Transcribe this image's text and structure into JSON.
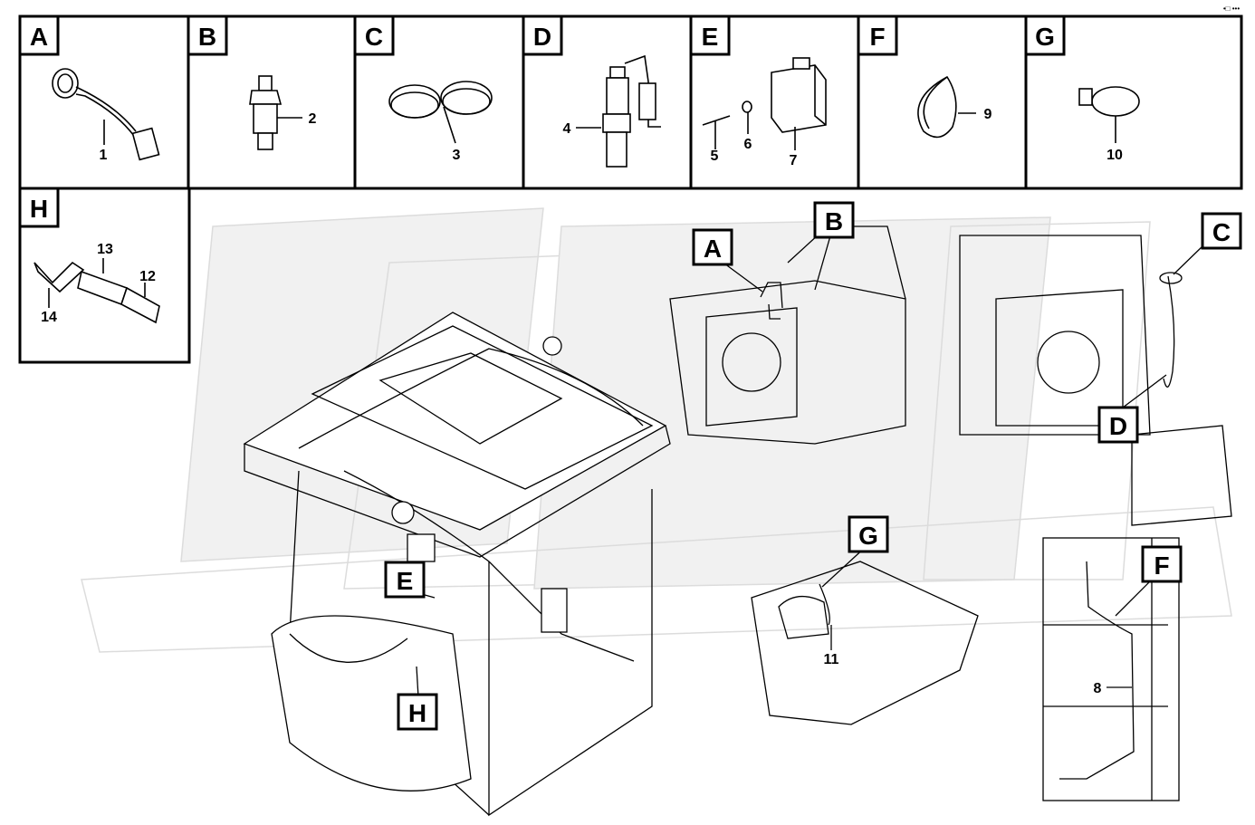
{
  "corner_mark": "•□ •••",
  "panels": [
    {
      "letter": "A",
      "parts": [
        "1"
      ]
    },
    {
      "letter": "B",
      "parts": [
        "2"
      ]
    },
    {
      "letter": "C",
      "parts": [
        "3"
      ]
    },
    {
      "letter": "D",
      "parts": [
        "4"
      ]
    },
    {
      "letter": "E",
      "parts": [
        "5",
        "6",
        "7"
      ]
    },
    {
      "letter": "F",
      "parts": [
        "9"
      ]
    },
    {
      "letter": "G",
      "parts": [
        "10"
      ]
    },
    {
      "letter": "H",
      "parts": [
        "13",
        "12",
        "14"
      ]
    }
  ],
  "callouts": {
    "a": "A",
    "b": "B",
    "c": "C",
    "d": "D",
    "e": "E",
    "f": "F",
    "g": "G",
    "h": "H"
  },
  "part_numbers": {
    "p8": "8",
    "p11": "11"
  }
}
